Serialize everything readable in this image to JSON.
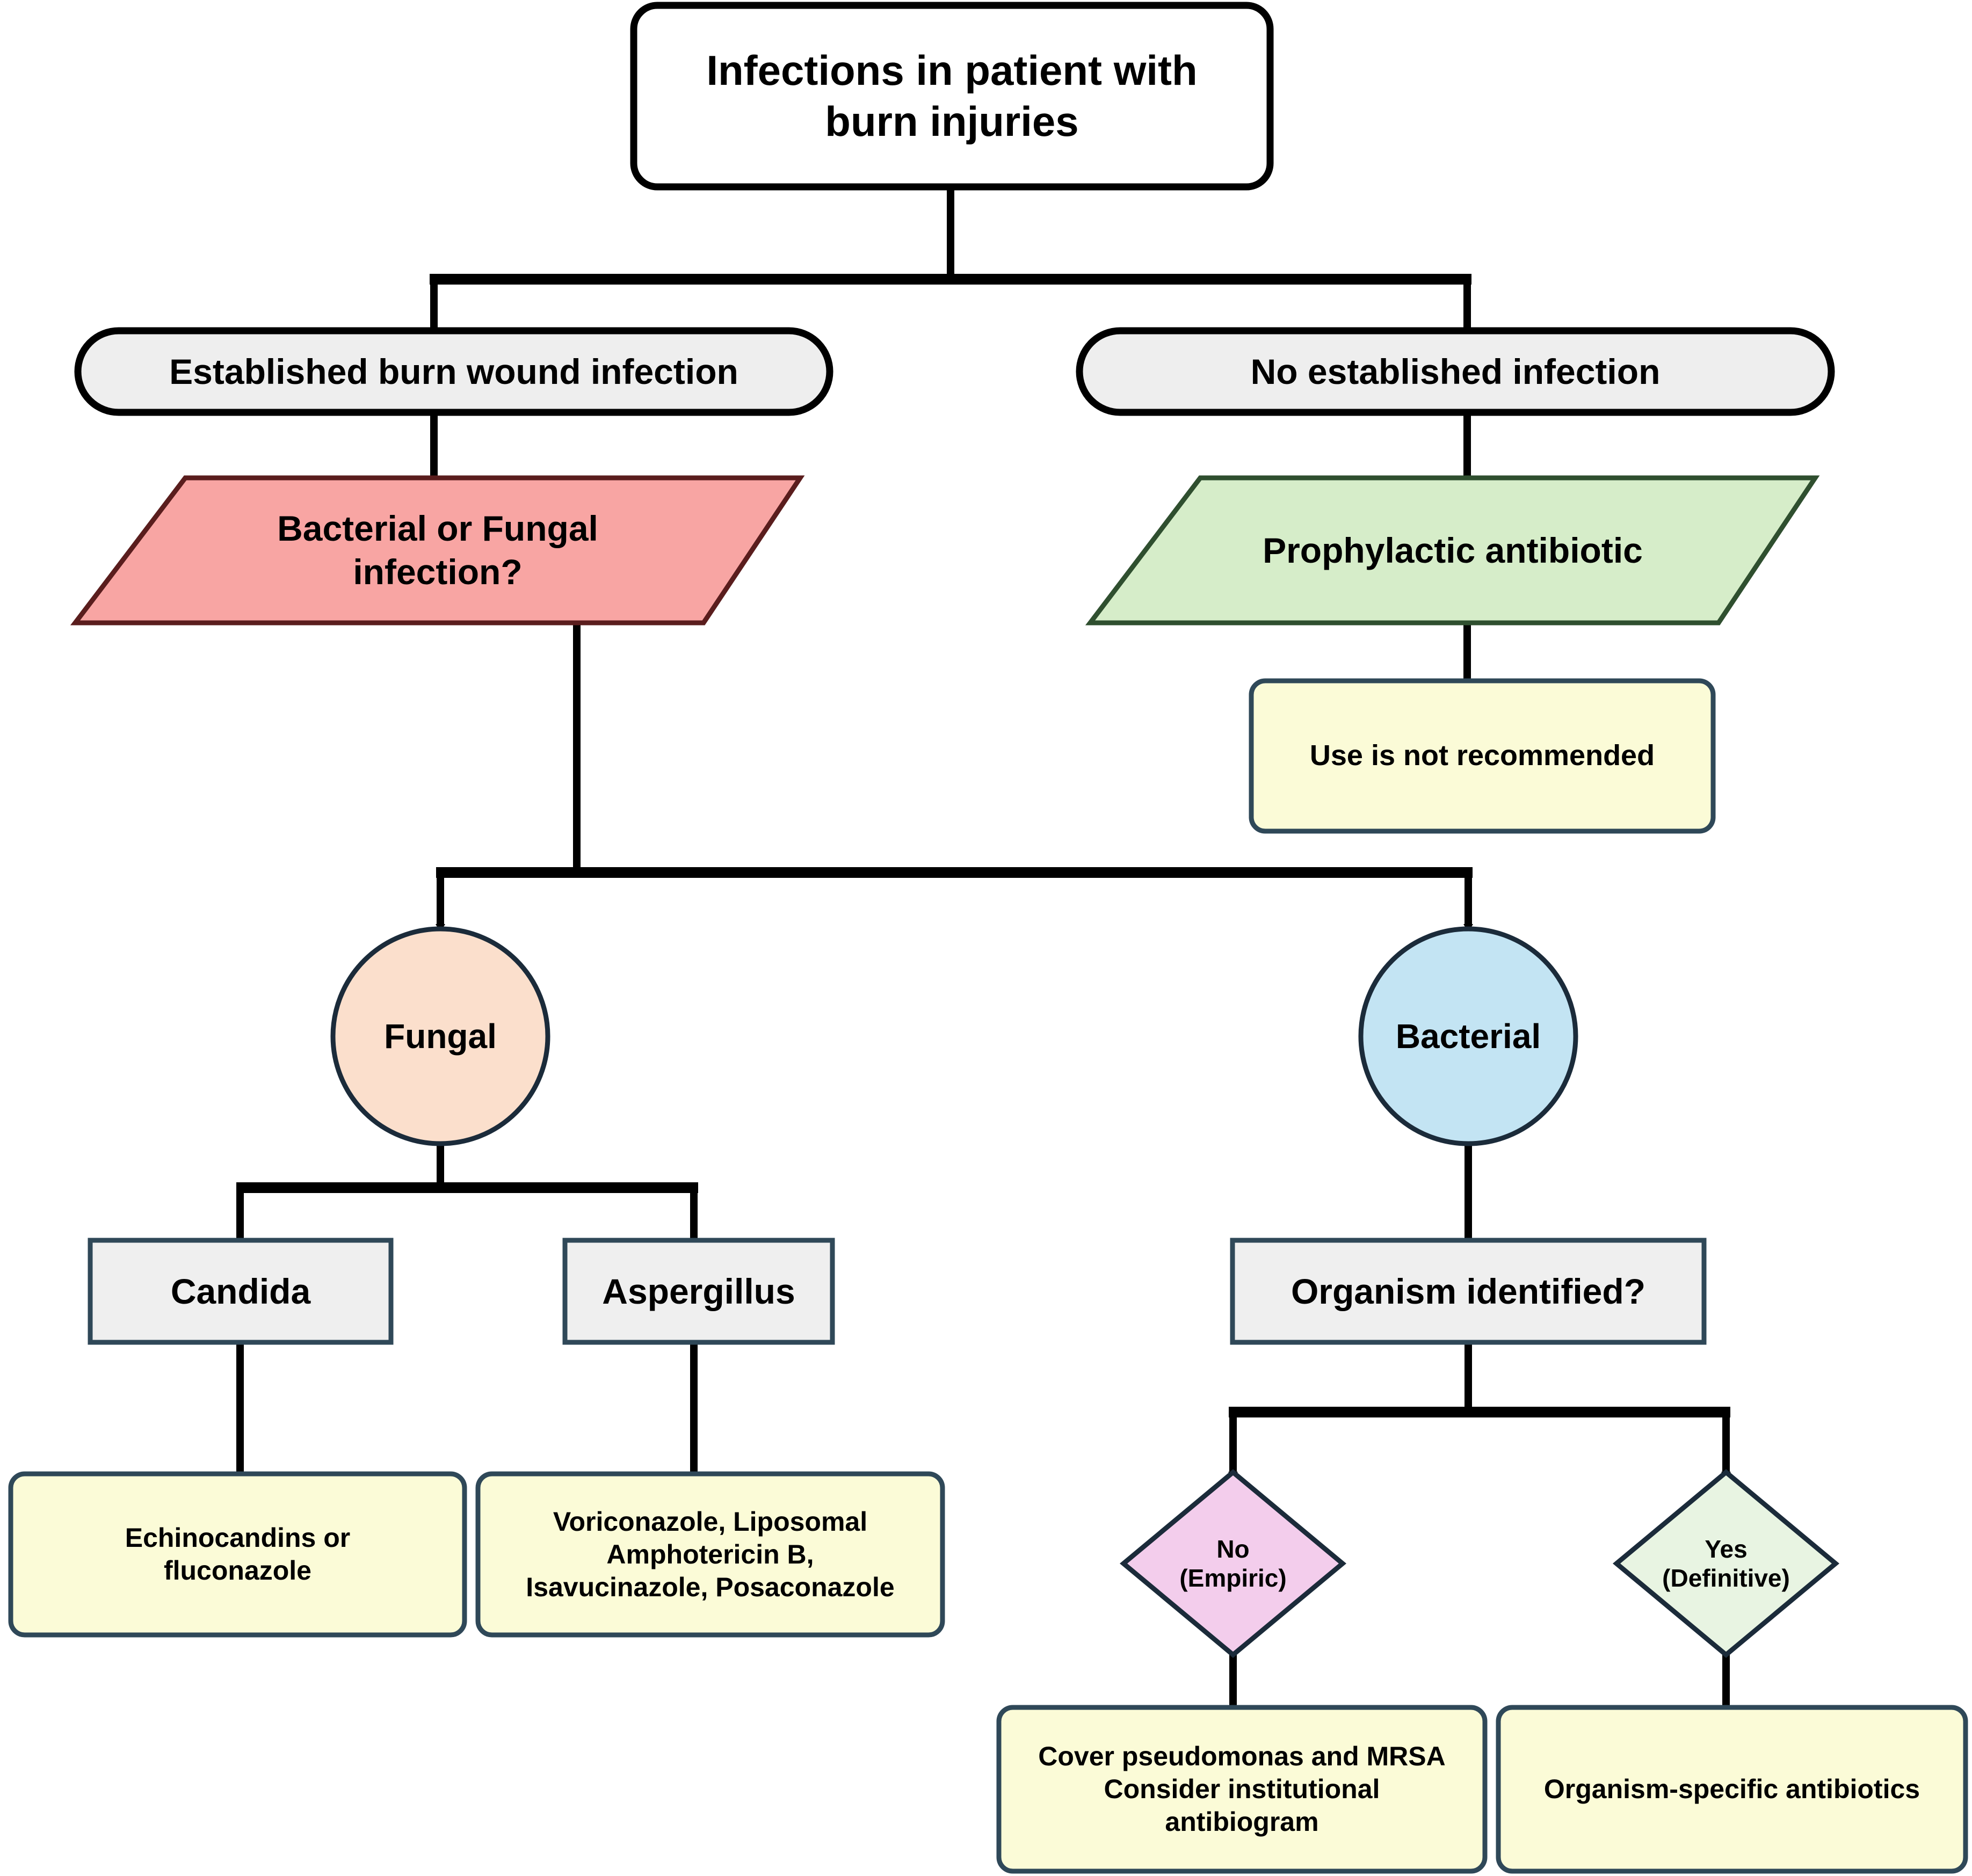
{
  "diagram": {
    "title": "Infections in patient with burn injuries",
    "type": "flowchart",
    "background_color": "#ffffff",
    "edge_color": "#000000"
  },
  "nodes": {
    "root": {
      "label": "Infections in patient with\nburn injuries",
      "shape": "rounded-rectangle",
      "fill": "#ffffff",
      "stroke": "#000000"
    },
    "established": {
      "label": "Established burn wound infection",
      "shape": "stadium",
      "fill": "#eeeeee",
      "stroke": "#000000"
    },
    "no_established": {
      "label": "No established infection",
      "shape": "stadium",
      "fill": "#eeeeee",
      "stroke": "#000000"
    },
    "bact_or_fungal": {
      "label": "Bacterial or Fungal\ninfection?",
      "shape": "parallelogram",
      "fill": "#f8a5a3",
      "stroke": "#5a1d1d"
    },
    "prophylactic": {
      "label": "Prophylactic antibiotic",
      "shape": "parallelogram",
      "fill": "#d6edc9",
      "stroke": "#2f4f2f"
    },
    "not_recommended": {
      "label": "Use is not recommended",
      "shape": "rounded-rectangle",
      "fill": "#fbfbd7",
      "stroke": "#2f4858"
    },
    "fungal": {
      "label": "Fungal",
      "shape": "circle",
      "fill": "#fbdfcc",
      "stroke": "#1b2b3a"
    },
    "bacterial": {
      "label": "Bacterial",
      "shape": "circle",
      "fill": "#c3e4f3",
      "stroke": "#1b2b3a"
    },
    "candida": {
      "label": "Candida",
      "shape": "rectangle",
      "fill": "#efefef",
      "stroke": "#2f4858"
    },
    "aspergillus": {
      "label": "Aspergillus",
      "shape": "rectangle",
      "fill": "#efefef",
      "stroke": "#2f4858"
    },
    "organism_identified": {
      "label": "Organism identified?",
      "shape": "rectangle",
      "fill": "#efefef",
      "stroke": "#2f4858"
    },
    "candida_tx": {
      "label": "Echinocandins or\nfluconazole",
      "shape": "rounded-rectangle",
      "fill": "#fbfbd7",
      "stroke": "#2f4858"
    },
    "aspergillus_tx": {
      "label": "Voriconazole, Liposomal\nAmphotericin B,\nIsavucinazole, Posaconazole",
      "shape": "rounded-rectangle",
      "fill": "#fbfbd7",
      "stroke": "#2f4858"
    },
    "no_empiric": {
      "label": "No\n(Empiric)",
      "shape": "diamond",
      "fill": "#f3cdec",
      "stroke": "#1b2b3a"
    },
    "yes_definitive": {
      "label": "Yes\n(Definitive)",
      "shape": "diamond",
      "fill": "#e8f4e2",
      "stroke": "#1b2b3a"
    },
    "empiric_tx": {
      "label": "Cover pseudomonas and MRSA\nConsider institutional\nantibiogram",
      "shape": "rounded-rectangle",
      "fill": "#fbfbd7",
      "stroke": "#2f4858"
    },
    "definitive_tx": {
      "label": "Organism-specific antibiotics",
      "shape": "rounded-rectangle",
      "fill": "#fbfbd7",
      "stroke": "#2f4858"
    }
  },
  "edges": [
    {
      "from": "root",
      "to": "established",
      "label": ""
    },
    {
      "from": "root",
      "to": "no_established",
      "label": ""
    },
    {
      "from": "established",
      "to": "bact_or_fungal",
      "label": ""
    },
    {
      "from": "no_established",
      "to": "prophylactic",
      "label": ""
    },
    {
      "from": "prophylactic",
      "to": "not_recommended",
      "label": ""
    },
    {
      "from": "bact_or_fungal",
      "to": "fungal",
      "label": ""
    },
    {
      "from": "bact_or_fungal",
      "to": "bacterial",
      "label": ""
    },
    {
      "from": "fungal",
      "to": "candida",
      "label": ""
    },
    {
      "from": "fungal",
      "to": "aspergillus",
      "label": ""
    },
    {
      "from": "bacterial",
      "to": "organism_identified",
      "label": ""
    },
    {
      "from": "candida",
      "to": "candida_tx",
      "label": ""
    },
    {
      "from": "aspergillus",
      "to": "aspergillus_tx",
      "label": ""
    },
    {
      "from": "organism_identified",
      "to": "no_empiric",
      "label": ""
    },
    {
      "from": "organism_identified",
      "to": "yes_definitive",
      "label": ""
    },
    {
      "from": "no_empiric",
      "to": "empiric_tx",
      "label": ""
    },
    {
      "from": "yes_definitive",
      "to": "definitive_tx",
      "label": ""
    }
  ]
}
